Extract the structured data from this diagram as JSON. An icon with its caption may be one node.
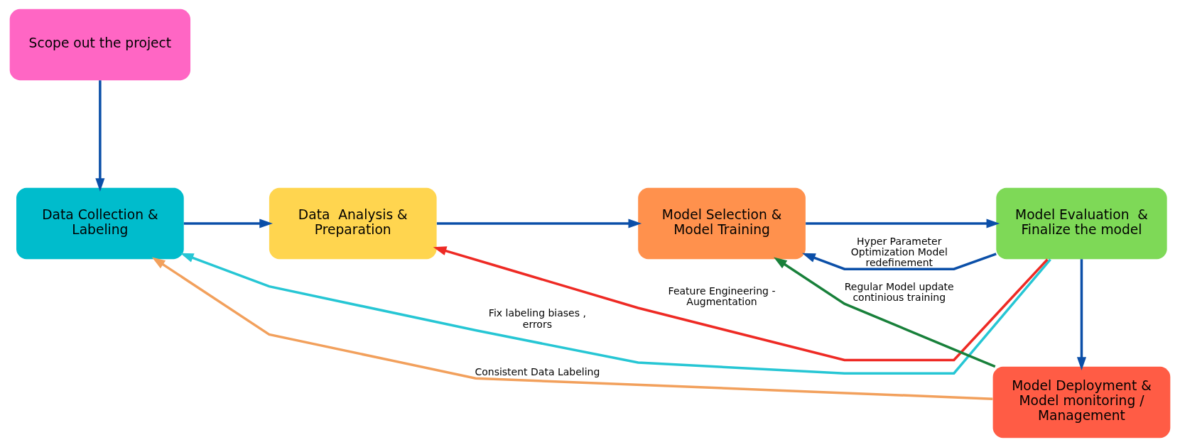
{
  "diagram": {
    "nodes": [
      {
        "text": [
          "Scope out the project"
        ]
      },
      {
        "text": [
          "Data Collection & Labeling"
        ]
      },
      {
        "text": [
          "Data  Analysis & Preparation"
        ]
      },
      {
        "text": [
          "Model Selection & Model Training"
        ]
      },
      {
        "text": [
          "Model Evaluation  & Finalize the model"
        ]
      },
      {
        "text": [
          "Model Deployment & Model monitoring / Management"
        ]
      }
    ],
    "edges": [
      {
        "from": 0,
        "to": 1,
        "arrow": "to"
      },
      {
        "from": 1,
        "to": 2,
        "arrow": "to"
      },
      {
        "from": 2,
        "to": 3,
        "arrow": "to"
      },
      {
        "from": 3,
        "to": 4,
        "arrow": "to"
      },
      {
        "from": 4,
        "to": 5,
        "arrow": "to"
      },
      {
        "from": 4,
        "to": 2,
        "arrow": "to",
        "label": "Feature Engineering - Augmentation",
        "color": "#ee2a24"
      },
      {
        "from": 4,
        "to": 3,
        "arrow": "to",
        "label": "Hyper Parameter Optimization Model redefinement"
      },
      {
        "from": 4,
        "to": 1,
        "arrow": "to",
        "label": "Fix labeling biases , errors",
        "color": "#26c6d4"
      },
      {
        "from": 5,
        "to": 3,
        "arrow": "to",
        "label": "Regular Model update continious training",
        "color": "#18803a"
      },
      {
        "from": 5,
        "to": 1,
        "arrow": "to",
        "label": "Consistent Data Labeling",
        "color": "#f2a05c"
      }
    ]
  }
}
